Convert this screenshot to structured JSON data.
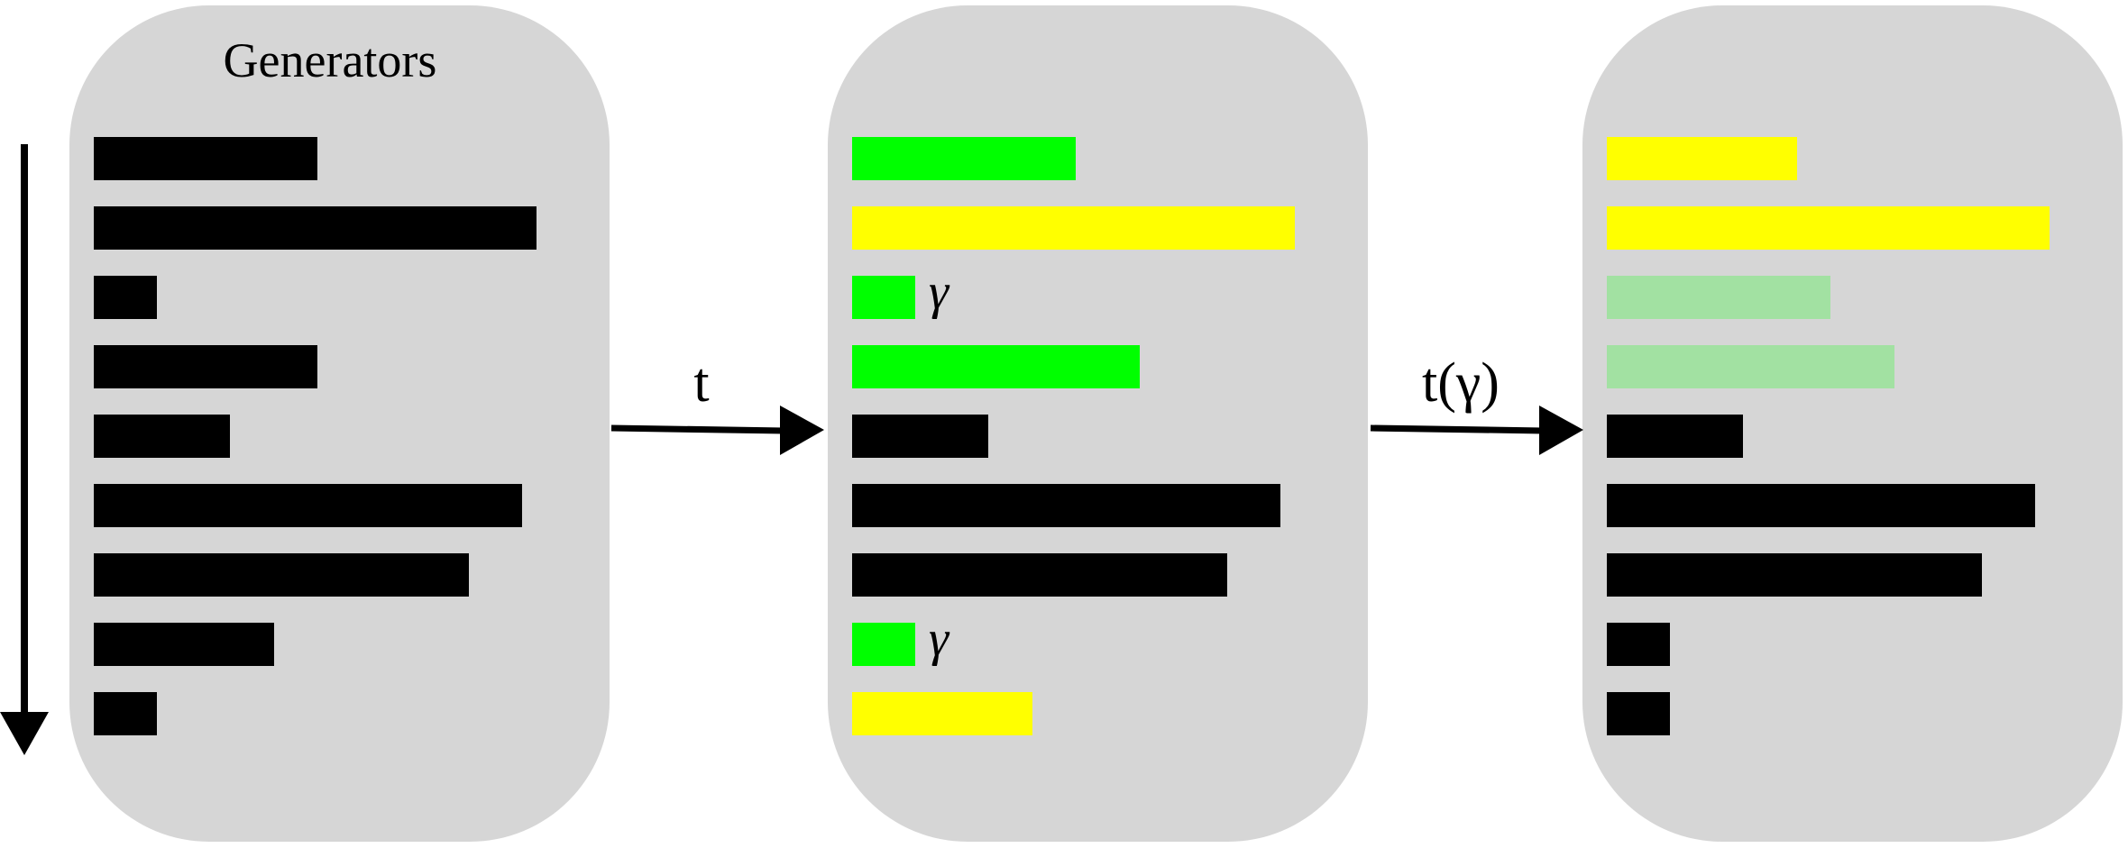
{
  "title": "Generators",
  "transitions": [
    {
      "label": "t"
    },
    {
      "label": "t(γ)"
    }
  ],
  "marker_symbol": "γ",
  "colors": {
    "panel": "#d6d6d6",
    "black": "#000000",
    "green": "#00ff00",
    "yellow": "#ffff00",
    "light_green": "#a2e1a2"
  },
  "panels": [
    {
      "name": "generators",
      "bars": [
        {
          "color": "black",
          "length": 0.46
        },
        {
          "color": "black",
          "length": 0.91
        },
        {
          "color": "black",
          "length": 0.13
        },
        {
          "color": "black",
          "length": 0.46
        },
        {
          "color": "black",
          "length": 0.28
        },
        {
          "color": "black",
          "length": 0.88
        },
        {
          "color": "black",
          "length": 0.77
        },
        {
          "color": "black",
          "length": 0.37
        },
        {
          "color": "black",
          "length": 0.13
        }
      ]
    },
    {
      "name": "after-t",
      "bars": [
        {
          "color": "green",
          "length": 0.46
        },
        {
          "color": "yellow",
          "length": 0.91
        },
        {
          "color": "green",
          "length": 0.13,
          "marker": true
        },
        {
          "color": "green",
          "length": 0.59
        },
        {
          "color": "black",
          "length": 0.28
        },
        {
          "color": "black",
          "length": 0.88
        },
        {
          "color": "black",
          "length": 0.77
        },
        {
          "color": "green",
          "length": 0.13,
          "marker": true
        },
        {
          "color": "yellow",
          "length": 0.37
        }
      ]
    },
    {
      "name": "after-t-gamma",
      "bars": [
        {
          "color": "yellow",
          "length": 0.39
        },
        {
          "color": "yellow",
          "length": 0.91
        },
        {
          "color": "light_green",
          "length": 0.46
        },
        {
          "color": "light_green",
          "length": 0.59
        },
        {
          "color": "black",
          "length": 0.28
        },
        {
          "color": "black",
          "length": 0.88
        },
        {
          "color": "black",
          "length": 0.77
        },
        {
          "color": "black",
          "length": 0.13
        },
        {
          "color": "black",
          "length": 0.13
        }
      ]
    }
  ]
}
